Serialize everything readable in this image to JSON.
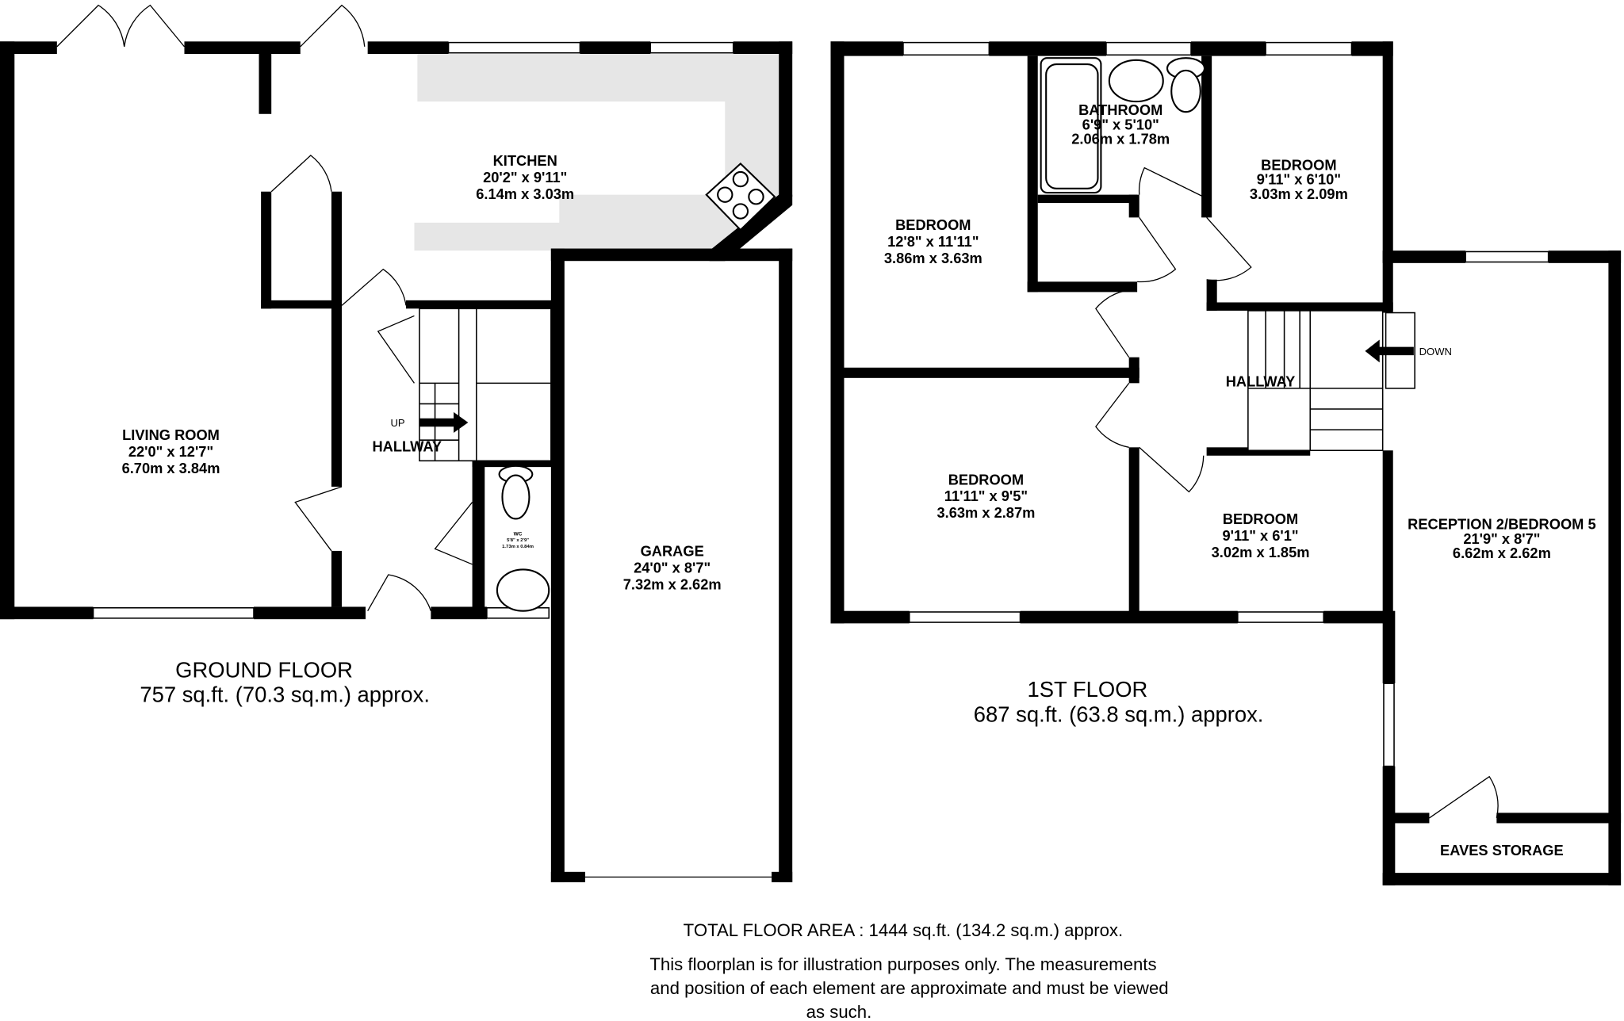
{
  "ground_floor": {
    "title": "GROUND FLOOR",
    "area": "757 sq.ft. (70.3 sq.m.) approx.",
    "rooms": [
      {
        "name": "KITCHEN",
        "imperial": "20'2\"  x 9'11\"",
        "metric": "6.14m  x 3.03m"
      },
      {
        "name": "LIVING ROOM",
        "imperial": "22'0\"  x 12'7\"",
        "metric": "6.70m  x 3.84m"
      },
      {
        "name": "HALLWAY"
      },
      {
        "name": "GARAGE",
        "imperial": "24'0\"  x 8'7\"",
        "metric": "7.32m  x 2.62m"
      },
      {
        "name": "WC",
        "imperial": "5'8\"  x 2'9\"",
        "metric": "1.73m  x 0.84m"
      }
    ],
    "stair_label": "UP"
  },
  "first_floor": {
    "title": "1ST FLOOR",
    "area": "687 sq.ft. (63.8 sq.m.) approx.",
    "rooms": [
      {
        "name": "BATHROOM",
        "imperial": "6'9\"  x 5'10\"",
        "metric": "2.06m  x 1.78m"
      },
      {
        "name": "BEDROOM",
        "imperial": "9'11\"  x 6'10\"",
        "metric": "3.03m  x 2.09m"
      },
      {
        "name": "BEDROOM",
        "imperial": "12'8\"  x 11'11\"",
        "metric": "3.86m  x 3.63m"
      },
      {
        "name": "HALLWAY"
      },
      {
        "name": "BEDROOM",
        "imperial": "11'11\"  x 9'5\"",
        "metric": "3.63m  x 2.87m"
      },
      {
        "name": "BEDROOM",
        "imperial": "9'11\"  x 6'1\"",
        "metric": "3.02m  x 1.85m"
      },
      {
        "name": "RECEPTION 2/BEDROOM 5",
        "imperial": "21'9\"  x 8'7\"",
        "metric": "6.62m  x 2.62m"
      },
      {
        "name": "EAVES STORAGE"
      }
    ],
    "stair_label": "DOWN"
  },
  "footer": {
    "total": "TOTAL FLOOR AREA : 1444 sq.ft. (134.2 sq.m.) approx.",
    "disclaimer_1": "This floorplan is for illustration purposes only. The measurements",
    "disclaimer_2": "and position of each element are approximate and must be viewed",
    "disclaimer_3": "as such."
  },
  "colors": {
    "walls": "#000000",
    "counter": "#e6e6e6"
  }
}
